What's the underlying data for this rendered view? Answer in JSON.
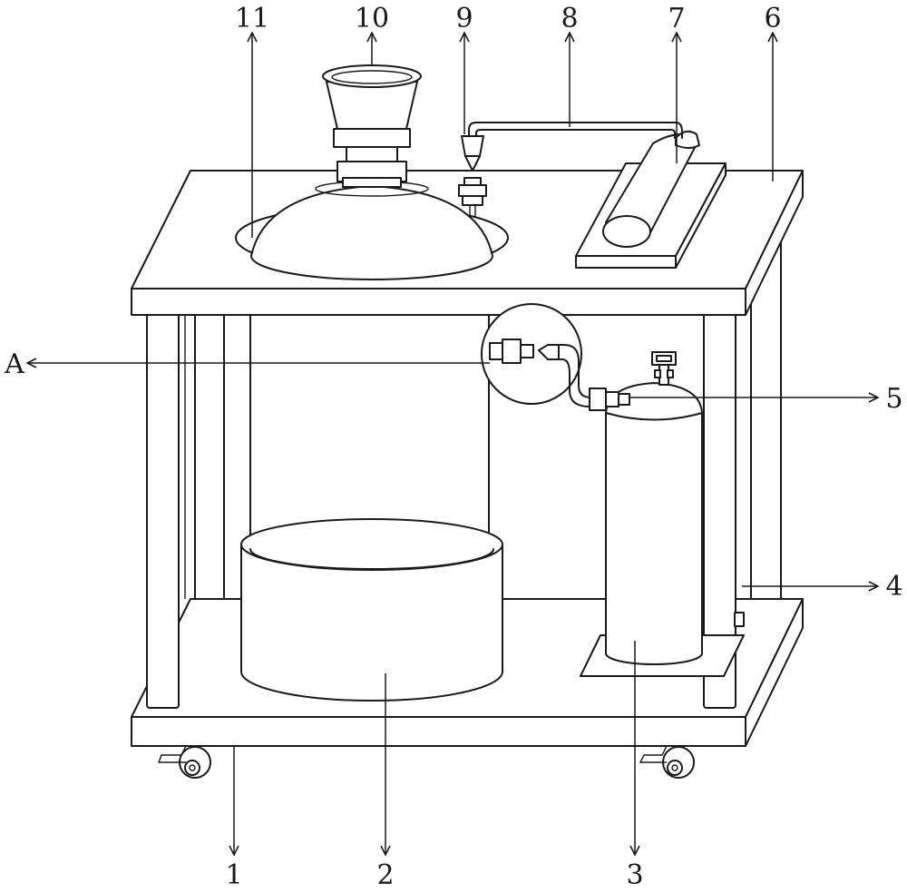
{
  "callouts": {
    "c1": "1",
    "c2": "2",
    "c3": "3",
    "c4": "4",
    "c5": "5",
    "c6": "6",
    "c7": "7",
    "c8": "8",
    "c9": "9",
    "c10": "10",
    "c11": "11",
    "cA": "A"
  },
  "colors": {
    "line": "#1a1a1a",
    "background": "#ffffff"
  }
}
